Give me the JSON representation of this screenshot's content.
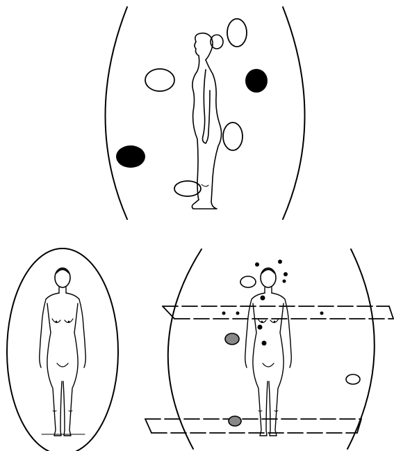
{
  "colors": {
    "ink": "#000000",
    "paper": "#ffffff",
    "shaded": "#888888"
  },
  "panels": [
    {
      "id": "top",
      "pose": "profile",
      "aura_spots": {
        "filled": 2,
        "hollow": 4
      }
    },
    {
      "id": "bottom-left",
      "pose": "front",
      "aura_spots": {
        "filled": 0,
        "hollow": 0
      }
    },
    {
      "id": "bottom-right",
      "pose": "front",
      "aura_spots": {
        "filled": 10,
        "hollow": 2,
        "shaded": 2
      },
      "dashed_bands": 2
    }
  ]
}
